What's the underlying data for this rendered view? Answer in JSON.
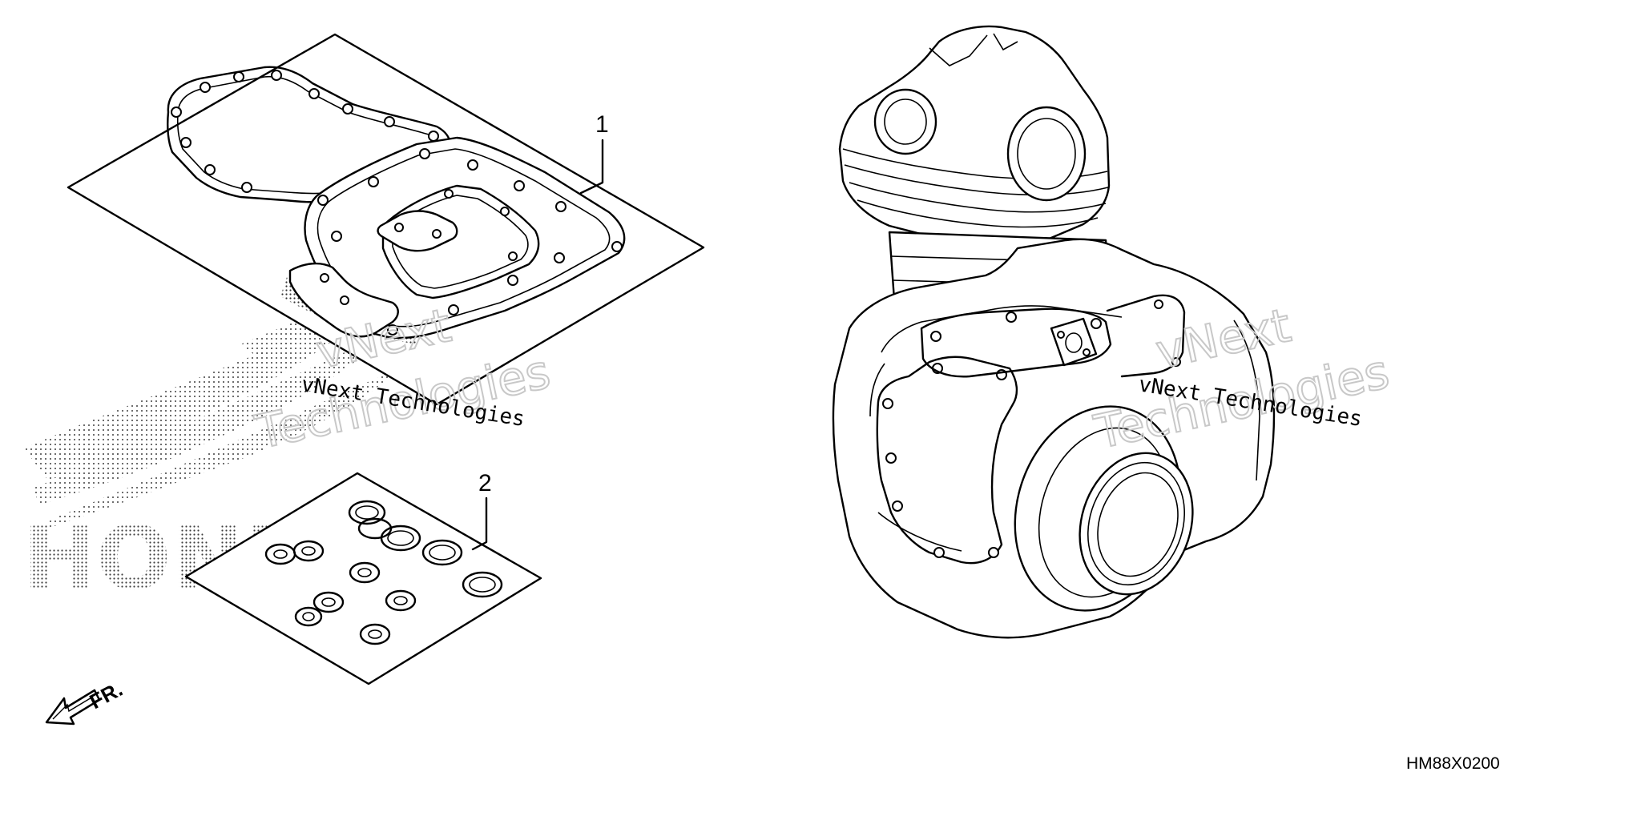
{
  "diagram": {
    "callouts": [
      {
        "number": "1",
        "part": "gasket-kit-a"
      },
      {
        "number": "2",
        "part": "gasket-kit-b"
      }
    ],
    "direction_label": "FR.",
    "figure_code": "HM88X0200",
    "watermark": {
      "mono_text": "vNext Technologies",
      "outline_line_1": "vNext",
      "outline_line_2": "Technologies"
    },
    "logo_text": "HONDA",
    "colors": {
      "line": "#000000",
      "background": "#ffffff",
      "watermark_outline": "#c8c8c8"
    }
  }
}
